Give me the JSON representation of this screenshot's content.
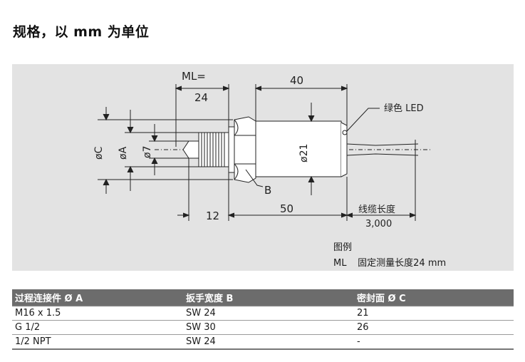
{
  "title": "规格，以 mm 为单位",
  "figure": {
    "labels": {
      "ml": "ML=",
      "ml_value": "24",
      "len_top": "40",
      "led": "绿色 LED",
      "dia_c": "øC",
      "dia_a": "øA",
      "dia_7": "ø7",
      "dia_21": "ø21",
      "b": "B",
      "len_12": "12",
      "len_50": "50",
      "cable_len": "线缆长度",
      "cable_len_value": "3,000"
    },
    "legend_title": "图例",
    "legend_abbr": "ML",
    "legend_text": "固定测量长度24 mm"
  },
  "table": {
    "headers": [
      "过程连接件 Ø A",
      "扳手宽度 B",
      "密封面 Ø C"
    ],
    "rows": [
      [
        "M16 x 1.5",
        "SW 24",
        "21"
      ],
      [
        "G 1/2",
        "SW 30",
        "26"
      ],
      [
        "1/2 NPT",
        "SW 24",
        "-"
      ]
    ]
  }
}
